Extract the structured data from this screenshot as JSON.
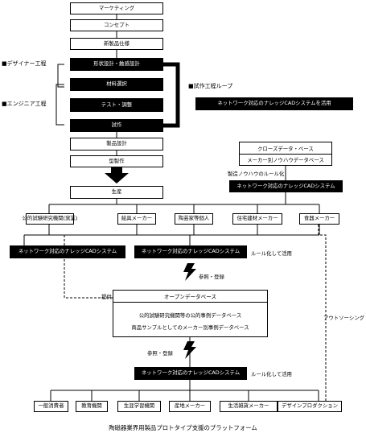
{
  "process": {
    "marketing": "マーケティング",
    "concept": "コンセプト",
    "new_spec": "新製品仕様",
    "shape_design": "形状設計・触感設計",
    "material": "材料選択",
    "test": "テスト・調整",
    "prototype": "試作",
    "product_design": "製品設計",
    "mold": "型製作",
    "production": "生産"
  },
  "labels": {
    "designer_process": "■デザイナー工程",
    "engineer_process": "■エンジニア工程",
    "prototype_loop": "■試作工程ループ",
    "loop_system": "ネットワーク対応のナレッジCADシステムを活用",
    "rule_note": "製造ノウハウのルール化",
    "rule_apply_1": "ルール化して活用",
    "rule_apply_2": "ルール化して活用",
    "ref_register_1": "参照・登録",
    "ref_register_2": "参照・登録",
    "outsourcing": "アウトソーシング",
    "provide": "提供"
  },
  "closed_db": {
    "title": "クローズデータ・ベース",
    "subtitle": "メーカー別ノウハウデータベース",
    "system": "ネットワーク対応のナレッジCADシステム"
  },
  "upper_orgs": [
    "公的試験研究機関(窯業)",
    "絵具メーカー",
    "陶芸家等個人",
    "住宅建材メーカー",
    "食器メーカー"
  ],
  "mid_systems": {
    "left": "ネットワーク対応のナレッジCADシステム",
    "center": "ネットワーク対応のナレッジCADシステム"
  },
  "open_db": {
    "title": "オープンデータベース",
    "line1": "公的試験研究機関等の公的事例データベース",
    "line2": "商品サンプルとしてのメーカー別事例データベース"
  },
  "bottom_system": "ネットワーク対応のナレッジCADシステム",
  "lower_orgs": [
    "一般消費者",
    "教育機関",
    "生涯学習機関",
    "産地メーカー",
    "生活雑貨メーカー",
    "デザインプロダクション"
  ],
  "caption": "陶磁器業界用製品プロトタイプ支援のプラットフォーム"
}
